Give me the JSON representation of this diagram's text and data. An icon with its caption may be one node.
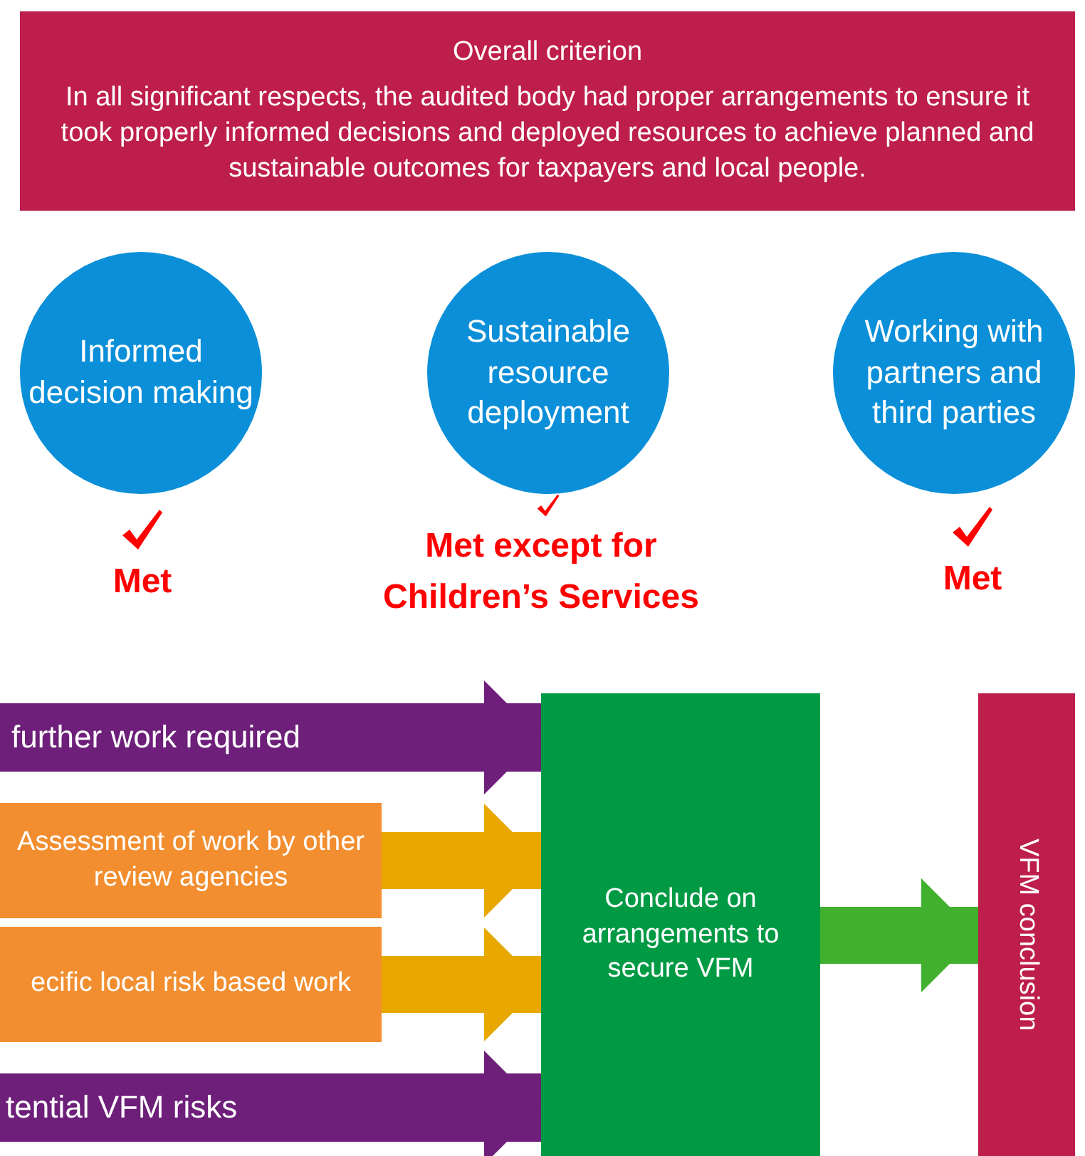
{
  "diagram": {
    "nodes": [
      {
        "text": [
          "Overall criterion",
          "In all significant respects, the audited body had proper arrangements to ensure it took properly informed decisions and deployed resources to achieve planned and sustainable outcomes for taxpayers and local people."
        ]
      },
      {
        "text": [
          "Informed decision making"
        ],
        "beside": [
          "Met"
        ]
      },
      {
        "text": [
          "Sustainable resource deployment"
        ],
        "beside": [
          "Met except for Children’s Services"
        ]
      },
      {
        "text": [
          "Working with partners and third parties"
        ],
        "beside": [
          "Met"
        ]
      },
      {
        "text": [
          "Assessment of work by other review agencies"
        ]
      },
      {
        "text": [
          "ecific local risk based work"
        ]
      },
      {
        "text": [
          "Conclude on arrangements to secure VFM"
        ]
      },
      {
        "text": [
          "VFM conclusion"
        ]
      }
    ],
    "edges": [
      {
        "from": null,
        "to": 6,
        "arrow": "to",
        "label": "further work required",
        "color": "#6d1f7a"
      },
      {
        "from": 4,
        "to": 6,
        "arrow": "to",
        "color": "#e8a800"
      },
      {
        "from": 5,
        "to": 6,
        "arrow": "to",
        "color": "#e8a800"
      },
      {
        "from": null,
        "to": 6,
        "arrow": "to",
        "label": "tential VFM risks",
        "color": "#6d1f7a"
      },
      {
        "from": 6,
        "to": 7,
        "arrow": "to",
        "color": "#40b02e"
      }
    ]
  }
}
